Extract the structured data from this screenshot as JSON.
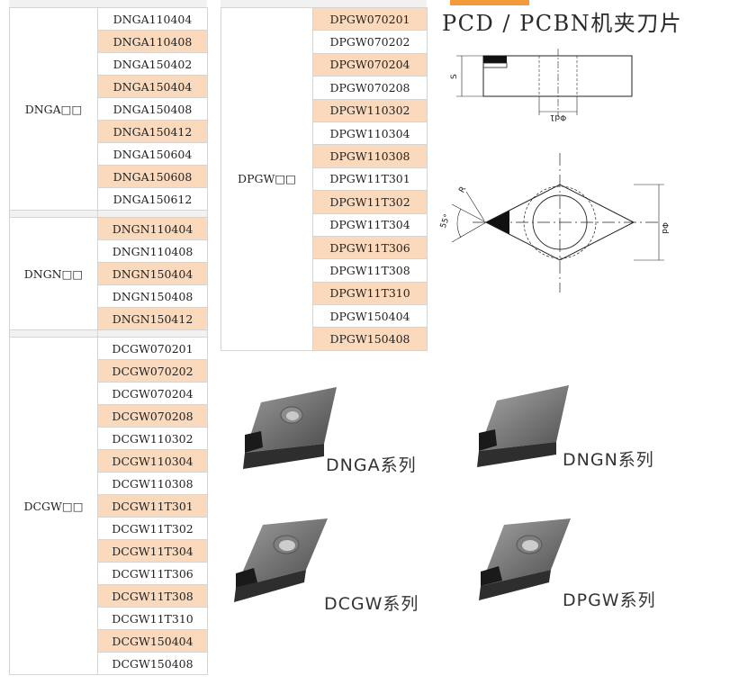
{
  "title": "PCD / PCBN机夹刀片",
  "left_groups": [
    {
      "name": "DNGA□□",
      "codes": [
        {
          "code": "DNGA110404",
          "shaded": false
        },
        {
          "code": "DNGA110408",
          "shaded": true
        },
        {
          "code": "DNGA150402",
          "shaded": false
        },
        {
          "code": "DNGA150404",
          "shaded": true
        },
        {
          "code": "DNGA150408",
          "shaded": false
        },
        {
          "code": "DNGA150412",
          "shaded": true
        },
        {
          "code": "DNGA150604",
          "shaded": false
        },
        {
          "code": "DNGA150608",
          "shaded": true
        },
        {
          "code": "DNGA150612",
          "shaded": false
        }
      ]
    },
    {
      "name": "DNGN□□",
      "codes": [
        {
          "code": "DNGN110404",
          "shaded": true
        },
        {
          "code": "DNGN110408",
          "shaded": false
        },
        {
          "code": "DNGN150404",
          "shaded": true
        },
        {
          "code": "DNGN150408",
          "shaded": false
        },
        {
          "code": "DNGN150412",
          "shaded": true
        }
      ]
    },
    {
      "name": "DCGW□□",
      "codes": [
        {
          "code": "DCGW070201",
          "shaded": false
        },
        {
          "code": "DCGW070202",
          "shaded": true
        },
        {
          "code": "DCGW070204",
          "shaded": false
        },
        {
          "code": "DCGW070208",
          "shaded": true
        },
        {
          "code": "DCGW110302",
          "shaded": false
        },
        {
          "code": "DCGW110304",
          "shaded": true
        },
        {
          "code": "DCGW110308",
          "shaded": false
        },
        {
          "code": "DCGW11T301",
          "shaded": true
        },
        {
          "code": "DCGW11T302",
          "shaded": false
        },
        {
          "code": "DCGW11T304",
          "shaded": true
        },
        {
          "code": "DCGW11T306",
          "shaded": false
        },
        {
          "code": "DCGW11T308",
          "shaded": true
        },
        {
          "code": "DCGW11T310",
          "shaded": false
        },
        {
          "code": "DCGW150404",
          "shaded": true
        },
        {
          "code": "DCGW150408",
          "shaded": false
        }
      ]
    }
  ],
  "right_groups": [
    {
      "name": "DPGW□□",
      "codes": [
        {
          "code": "DPGW070201",
          "shaded": true
        },
        {
          "code": "DPGW070202",
          "shaded": false
        },
        {
          "code": "DPGW070204",
          "shaded": true
        },
        {
          "code": "DPGW070208",
          "shaded": false
        },
        {
          "code": "DPGW110302",
          "shaded": true
        },
        {
          "code": "DPGW110304",
          "shaded": false
        },
        {
          "code": "DPGW110308",
          "shaded": true
        },
        {
          "code": "DPGW11T301",
          "shaded": false
        },
        {
          "code": "DPGW11T302",
          "shaded": true
        },
        {
          "code": "DPGW11T304",
          "shaded": false
        },
        {
          "code": "DPGW11T306",
          "shaded": true
        },
        {
          "code": "DPGW11T308",
          "shaded": false
        },
        {
          "code": "DPGW11T310",
          "shaded": true
        },
        {
          "code": "DPGW150404",
          "shaded": false
        },
        {
          "code": "DPGW150408",
          "shaded": true
        }
      ]
    }
  ],
  "drawing": {
    "label_s": "S",
    "label_d1": "Φd1",
    "label_r": "R",
    "label_angle": "55°",
    "label_d": "Φd"
  },
  "series": [
    {
      "label": "DNGA系列"
    },
    {
      "label": "DNGN系列"
    },
    {
      "label": "DCGW系列"
    },
    {
      "label": "DPGW系列"
    }
  ],
  "colors": {
    "shaded_row": "#fbd9bc",
    "accent_tab": "#f39a3a"
  }
}
